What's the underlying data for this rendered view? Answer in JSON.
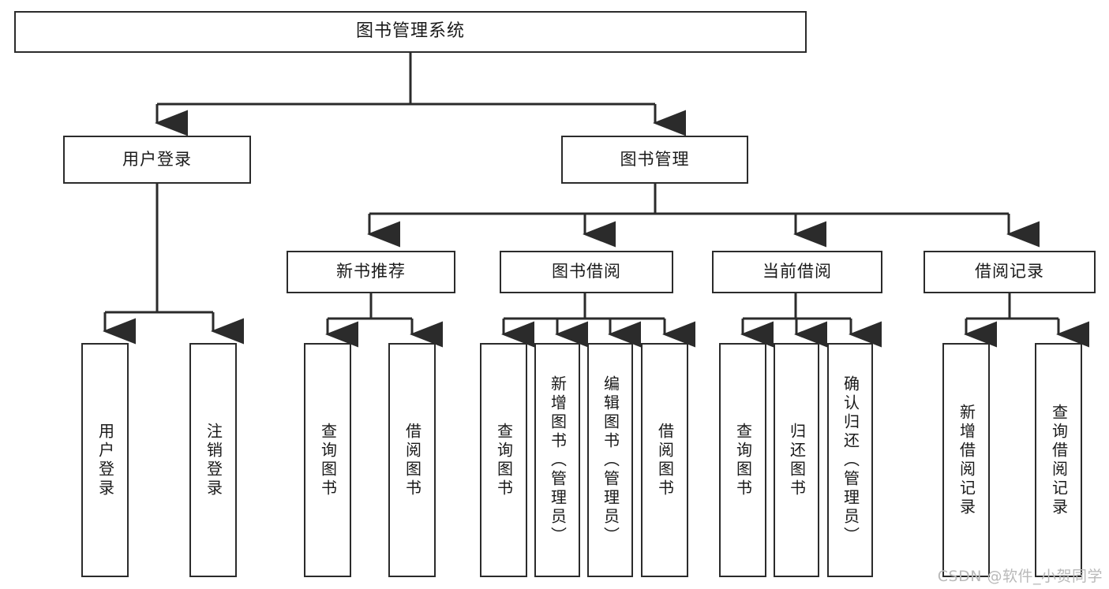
{
  "diagram": {
    "title": "图书管理系统",
    "type": "tree",
    "orientation": "top-down",
    "colors": {
      "stroke": "#2b2b2b",
      "fill": "#ffffff",
      "text": "#1a1a1a",
      "watermark": "#b9b9b9"
    }
  },
  "watermark": {
    "text": "CSDN @软件_小贺同学"
  },
  "nodes": {
    "root": {
      "label": "图书管理系统",
      "level": 1
    },
    "level2": [
      {
        "id": "user-login",
        "label": "用户登录"
      },
      {
        "id": "book-management",
        "label": "图书管理"
      }
    ],
    "level3": [
      {
        "id": "new-book-recommend",
        "label": "新书推荐",
        "parent": "book-management"
      },
      {
        "id": "book-borrow",
        "label": "图书借阅",
        "parent": "book-management"
      },
      {
        "id": "current-borrow",
        "label": "当前借阅",
        "parent": "book-management"
      },
      {
        "id": "borrow-record",
        "label": "借阅记录",
        "parent": "book-management"
      }
    ],
    "leaves": {
      "user-login": [
        {
          "id": "leaf-user-login",
          "label": "用户登录"
        },
        {
          "id": "leaf-logout",
          "label": "注销登录"
        }
      ],
      "new-book-recommend": [
        {
          "id": "leaf-query-book-1",
          "label": "查询图书"
        },
        {
          "id": "leaf-borrow-book-1",
          "label": "借阅图书"
        }
      ],
      "book-borrow": [
        {
          "id": "leaf-query-book-2",
          "label": "查询图书"
        },
        {
          "id": "leaf-add-book",
          "label": "新增图书（管理员）"
        },
        {
          "id": "leaf-edit-book",
          "label": "编辑图书（管理员）"
        },
        {
          "id": "leaf-borrow-book-2",
          "label": "借阅图书"
        }
      ],
      "current-borrow": [
        {
          "id": "leaf-query-book-3",
          "label": "查询图书"
        },
        {
          "id": "leaf-return-book",
          "label": "归还图书"
        },
        {
          "id": "leaf-confirm-return",
          "label": "确认归还（管理员）"
        }
      ],
      "borrow-record": [
        {
          "id": "leaf-add-record",
          "label": "新增借阅记录"
        },
        {
          "id": "leaf-query-record",
          "label": "查询借阅记录"
        }
      ]
    }
  }
}
